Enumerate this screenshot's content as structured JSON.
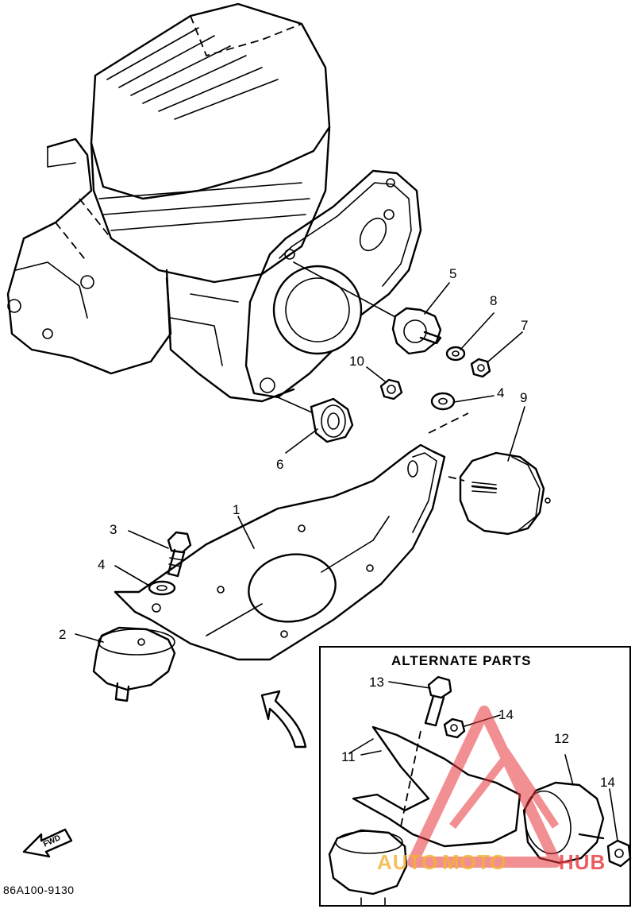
{
  "callouts": {
    "c1": "1",
    "c2": "2",
    "c3": "3",
    "c4a": "4",
    "c4b": "4",
    "c5": "5",
    "c6": "6",
    "c7": "7",
    "c8": "8",
    "c9": "9",
    "c10": "10",
    "c11": "11",
    "c12": "12",
    "c13": "13",
    "c14a": "14",
    "c14b": "14"
  },
  "inset": {
    "title": "ALTERNATE PARTS"
  },
  "fwd_label": "FWD",
  "diagram_code": "86A100-9130",
  "watermark": {
    "part1": "AUTO",
    "part2": "MOTO",
    "part3": "HUB",
    "color": "#e8353a",
    "accent": "#f2b233"
  }
}
